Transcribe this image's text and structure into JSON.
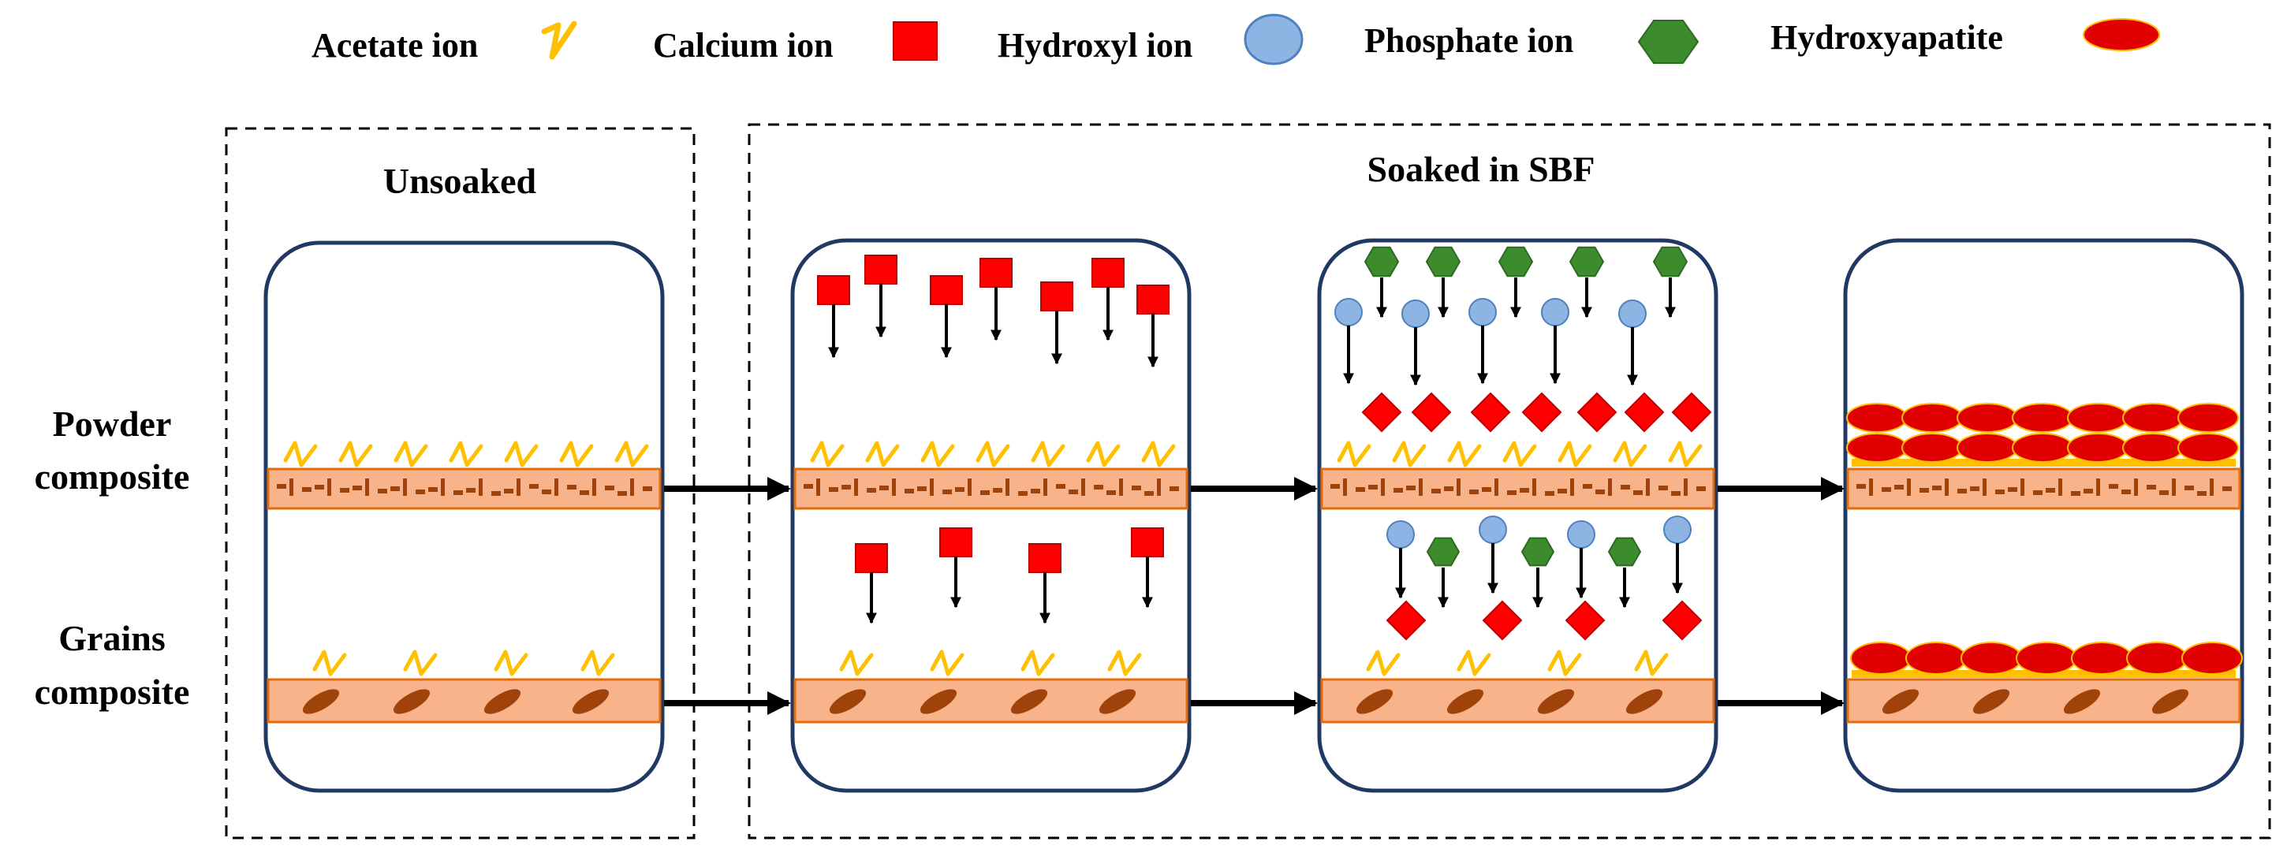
{
  "legend": {
    "acetate": "Acetate ion",
    "calcium": "Calcium ion",
    "hydroxyl": "Hydroxyl ion",
    "phosphate": "Phosphate ion",
    "hydroxyapatite": "Hydroxyapatite"
  },
  "groups": {
    "unsoaked": "Unsoaked",
    "soaked": "Soaked in SBF"
  },
  "rows": {
    "powder_line1": "Powder",
    "powder_line2": "composite",
    "grains_line1": "Grains",
    "grains_line2": "composite"
  },
  "colors": {
    "acetate": "#FFC000",
    "calcium": "#FF0000",
    "hydroxyl": "#8EB4E3",
    "phosphate": "#3C8C2D",
    "hydroxyapatite": "#E00000",
    "panel_border": "#1F3864",
    "band_fill": "#F8B38A",
    "band_stroke": "#E46C0A",
    "inclusion": "#A0430A"
  }
}
